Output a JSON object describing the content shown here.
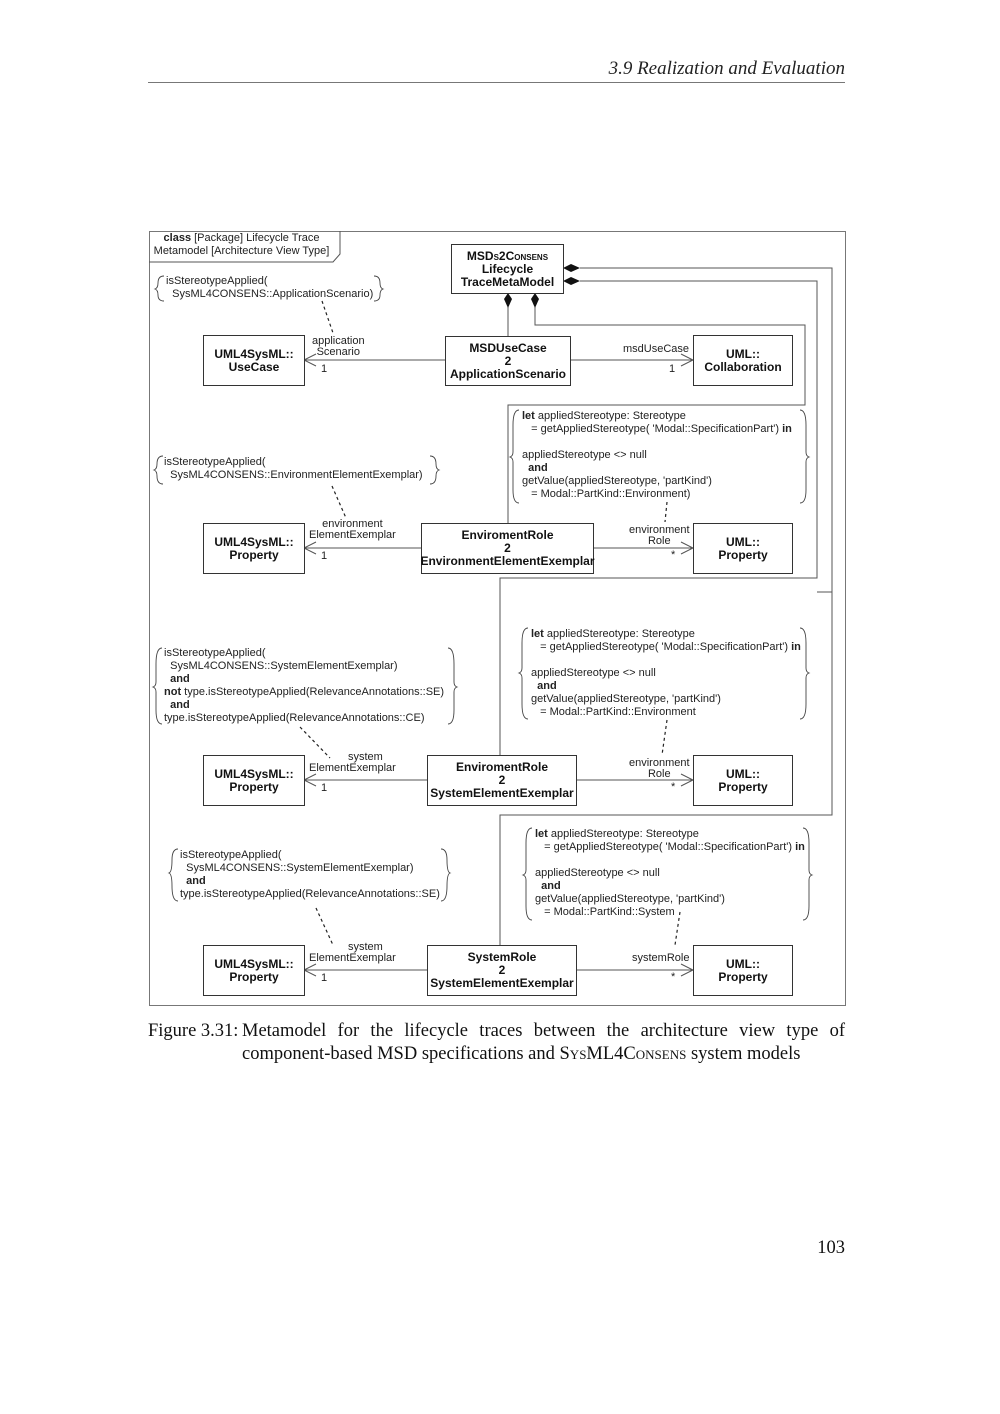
{
  "page": {
    "running_head": "3.9  Realization and Evaluation",
    "page_number": "103"
  },
  "diagram": {
    "frame": {
      "kind": "class",
      "label": "[Package] Lifecycle Trace Metamodel [Architecture View Type]"
    },
    "root": {
      "line1": "MSDs2Consens",
      "line2": "Lifecycle",
      "line3": "TraceMetaModel"
    },
    "row1": {
      "constraint": [
        "isStereotypeApplied(",
        "  SysML4CONSENS::ApplicationScenario)"
      ],
      "left_class": {
        "line1": "UML4SysML::",
        "line2": "UseCase"
      },
      "left_role": [
        "application",
        "Scenario"
      ],
      "left_mult": "1",
      "center_class": {
        "line1": "MSDUseCase",
        "line2": "2",
        "line3": "ApplicationScenario"
      },
      "right_role": "msdUseCase",
      "right_mult": "1",
      "right_class": {
        "line1": "UML::",
        "line2": "Collaboration"
      }
    },
    "row2": {
      "constraint_left": [
        "isStereotypeApplied(",
        "  SysML4CONSENS::EnvironmentElementExemplar)"
      ],
      "constraint_right": {
        "let_kw": "let",
        "l1": " appliedStereotype: Stereotype",
        "l2": "   = getAppliedStereotype( 'Modal::SpecificationPart')",
        "in_kw": "in",
        "l3": "appliedStereotype <> null",
        "and_kw": "and",
        "l4": "getValue(appliedStereotype, 'partKind')",
        "l5": "   = Modal::PartKind::Environment)"
      },
      "left_class": {
        "line1": "UML4SysML::",
        "line2": "Property"
      },
      "left_role": [
        "environment",
        "ElementExemplar"
      ],
      "left_mult": "1",
      "center_class": {
        "line1": "EnviromentRole",
        "line2": "2",
        "line3": "EnvironmentElementExemplar"
      },
      "right_role": [
        "environment",
        "Role"
      ],
      "right_mult": "*",
      "right_class": {
        "line1": "UML::",
        "line2": "Property"
      }
    },
    "row3": {
      "constraint_left": {
        "l1": "isStereotypeApplied(",
        "l2": "  SysML4CONSENS::SystemElementExemplar)",
        "and1": "and",
        "not_kw": "not",
        "l3": " type.isStereotypeApplied(RelevanceAnnotations::SE)",
        "and2": "and",
        "l4": "type.isStereotypeApplied(RelevanceAnnotations::CE)"
      },
      "constraint_right": {
        "let_kw": "let",
        "l1": " appliedStereotype: Stereotype",
        "l2": "   = getAppliedStereotype( 'Modal::SpecificationPart')",
        "in_kw": "in",
        "l3": "appliedStereotype <> null",
        "and_kw": "and",
        "l4": "getValue(appliedStereotype, 'partKind')",
        "l5": "   = Modal::PartKind::Environment"
      },
      "left_class": {
        "line1": "UML4SysML::",
        "line2": "Property"
      },
      "left_role": [
        "system",
        "ElementExemplar"
      ],
      "left_mult": "1",
      "center_class": {
        "line1": "EnviromentRole",
        "line2": "2",
        "line3": "SystemElementExemplar"
      },
      "right_role": [
        "environment",
        "Role"
      ],
      "right_mult": "*",
      "right_class": {
        "line1": "UML::",
        "line2": "Property"
      }
    },
    "row4": {
      "constraint_left": {
        "l1": "isStereotypeApplied(",
        "l2": "  SysML4CONSENS::SystemElementExemplar)",
        "and1": "and",
        "l3": "type.isStereotypeApplied(RelevanceAnnotations::SE)"
      },
      "constraint_right": {
        "let_kw": "let",
        "l1": " appliedStereotype: Stereotype",
        "l2": "   = getAppliedStereotype( 'Modal::SpecificationPart')",
        "in_kw": "in",
        "l3": "appliedStereotype <> null",
        "and_kw": "and",
        "l4": "getValue(appliedStereotype, 'partKind')",
        "l5": "   = Modal::PartKind::System"
      },
      "left_class": {
        "line1": "UML4SysML::",
        "line2": "Property"
      },
      "left_role": [
        "system",
        "ElementExemplar"
      ],
      "left_mult": "1",
      "center_class": {
        "line1": "SystemRole",
        "line2": "2",
        "line3": "SystemElementExemplar"
      },
      "right_role": "systemRole",
      "right_mult": "*",
      "right_class": {
        "line1": "UML::",
        "line2": "Property"
      }
    }
  },
  "caption": {
    "number": "Figure 3.31:",
    "text_before": "Metamodel for the lifecycle traces between the architecture view type of component-based MSD specifications and ",
    "smallcaps": "SysML4Consens",
    "text_after": " system models"
  }
}
